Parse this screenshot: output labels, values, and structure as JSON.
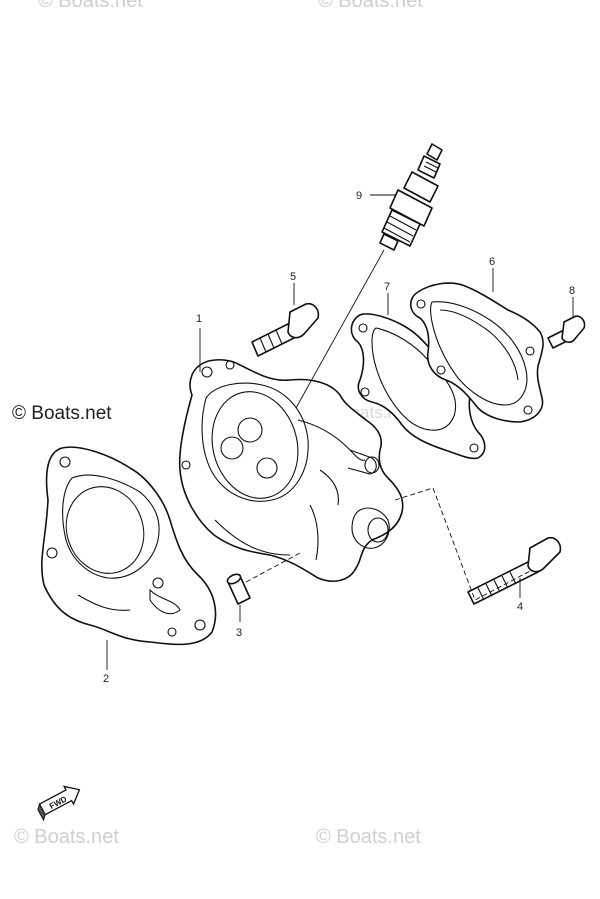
{
  "watermarks": {
    "top_left": "© Boats.net",
    "top_right": "© Boats.net",
    "main": "© Boats.net",
    "center_faint": "© Boats.net",
    "bottom_left": "© Boats.net",
    "bottom_right": "© Boats.net"
  },
  "callouts": [
    "1",
    "2",
    "3",
    "4",
    "5",
    "6",
    "7",
    "8",
    "9"
  ],
  "fwd_arrow": "FWD"
}
